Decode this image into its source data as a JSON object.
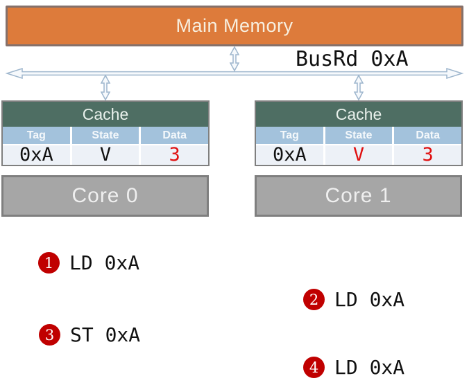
{
  "memory": {
    "label": "Main Memory"
  },
  "bus": {
    "label": "BusRd 0xA"
  },
  "caches": [
    {
      "title": "Cache",
      "columns": [
        "Tag",
        "State",
        "Data"
      ],
      "row": {
        "tag": "0xA",
        "state": "V",
        "data": "3",
        "tag_color": "#111111",
        "state_color": "#111111",
        "data_color": "#E01010"
      }
    },
    {
      "title": "Cache",
      "columns": [
        "Tag",
        "State",
        "Data"
      ],
      "row": {
        "tag": "0xA",
        "state": "V",
        "data": "3",
        "tag_color": "#111111",
        "state_color": "#E01010",
        "data_color": "#E01010"
      }
    }
  ],
  "cores": [
    {
      "label": "Core 0"
    },
    {
      "label": "Core 1"
    }
  ],
  "steps": [
    {
      "number": "1",
      "label": "LD 0xA",
      "side": "left"
    },
    {
      "number": "2",
      "label": "LD 0xA",
      "side": "right"
    },
    {
      "number": "3",
      "label": "ST 0xA",
      "side": "left"
    },
    {
      "number": "4",
      "label": "LD 0xA",
      "side": "right"
    }
  ],
  "colors": {
    "memory_fill": "#DD7B3B",
    "memory_border": "#85716B",
    "cache_header_fill": "#4E6E63",
    "column_header_fill": "#A3C2DC",
    "value_row_fill": "#EDF1F7",
    "core_fill": "#A6A6A6",
    "border_gray": "#7F7F7F",
    "arrow_blue": "#9EB6CD",
    "step_badge_red": "#C00000",
    "highlight_red": "#E01010"
  }
}
